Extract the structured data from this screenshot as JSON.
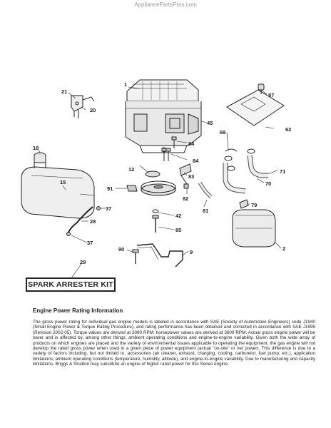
{
  "header": {
    "watermark": "AppliancePartsPros.com"
  },
  "labels": {
    "p1": "1",
    "p21": "21",
    "p20": "20",
    "p87": "87",
    "p45": "45",
    "p62": "62",
    "p18": "18",
    "p69": "69",
    "p84a": "84",
    "p84b": "84",
    "p12": "12",
    "p83": "83",
    "p71": "71",
    "p15": "15",
    "p91": "91",
    "p70": "70",
    "p82": "82",
    "p37a": "37",
    "p79": "79",
    "p81": "81",
    "p42": "42",
    "p28": "28",
    "p85": "85",
    "p37b": "37",
    "p2": "2",
    "p90": "90",
    "p9": "9",
    "p29": "29"
  },
  "kit": {
    "label": "SPARK ARRESTER KIT"
  },
  "info": {
    "title": "Engine Power Rating Information",
    "body": "The gross power rating for individual gas engine models is labeled in accordance with SAE (Society of Automotive Engineers) code J1940 (Small Engine Power & Torque Rating Procedure), and rating performance has been obtained and corrected in accordance with SAE J1995 (Revision 2002-05). Torque values are derived at 3060 RPM; horsepower values are derived at 3600 RPM. Actual gross engine power will be lower and is affected by, among other things, ambient operating conditions and engine-to-engine variability. Given both the wide array of products on which engines are placed and the variety of environmental issues applicable to operating the equipment, the gas engine will not develop the rated gross power when used in a given piece of power equipment (actual \"on-site\" or net power). This difference is due to a variety of factors including, but not limited to, accessories (air cleaner, exhaust, charging, cooling, carburetor, fuel pump, etc.), application limitations, ambient operating conditions (temperature, humidity, altitude), and engine-to-engine variability. Due to manufacturing and capacity limitations, Briggs & Stratton may substitute an engine of higher rated power for this Series engine."
  }
}
